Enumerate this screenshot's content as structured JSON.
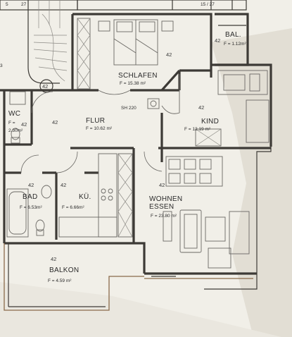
{
  "top_labels": {
    "left": "5",
    "left_partial": "27",
    "right_partial": "15 / 27"
  },
  "stair_number": "42",
  "left_edge_mark": "3",
  "rooms": {
    "schlafen": {
      "num": "42",
      "name": "SCHLAFEN",
      "area": "F = 15.38 m²"
    },
    "bal": {
      "num": "42",
      "name": "BAL.",
      "area": "F = 1.12m²"
    },
    "wc": {
      "num": "42",
      "name": "WC",
      "area_prefix": "F =",
      "area": "2.30m²"
    },
    "flur": {
      "num": "42",
      "name": "FLUR",
      "area": "F = 10.62 m²"
    },
    "kind": {
      "num": "42",
      "name": "KIND",
      "area": "F = 12.19 m²"
    },
    "bad": {
      "num": "42",
      "name": "BAD",
      "area": "F = 6.53m²"
    },
    "kueche": {
      "num": "42",
      "name": "KÜ.",
      "area": "F = 6.66m²"
    },
    "wohnen": {
      "num": "42",
      "name_line1": "WOHNEN",
      "name_line2": "ESSEN",
      "area": "F = 23.80 m²"
    },
    "balkon": {
      "num": "42",
      "name": "BALKON",
      "area": "F = 4.59 m²"
    }
  },
  "sh_label": "SH 220",
  "colors": {
    "paper": "#f1efe8",
    "wall": "#3d3a36",
    "outline": "#8a6a4a"
  }
}
